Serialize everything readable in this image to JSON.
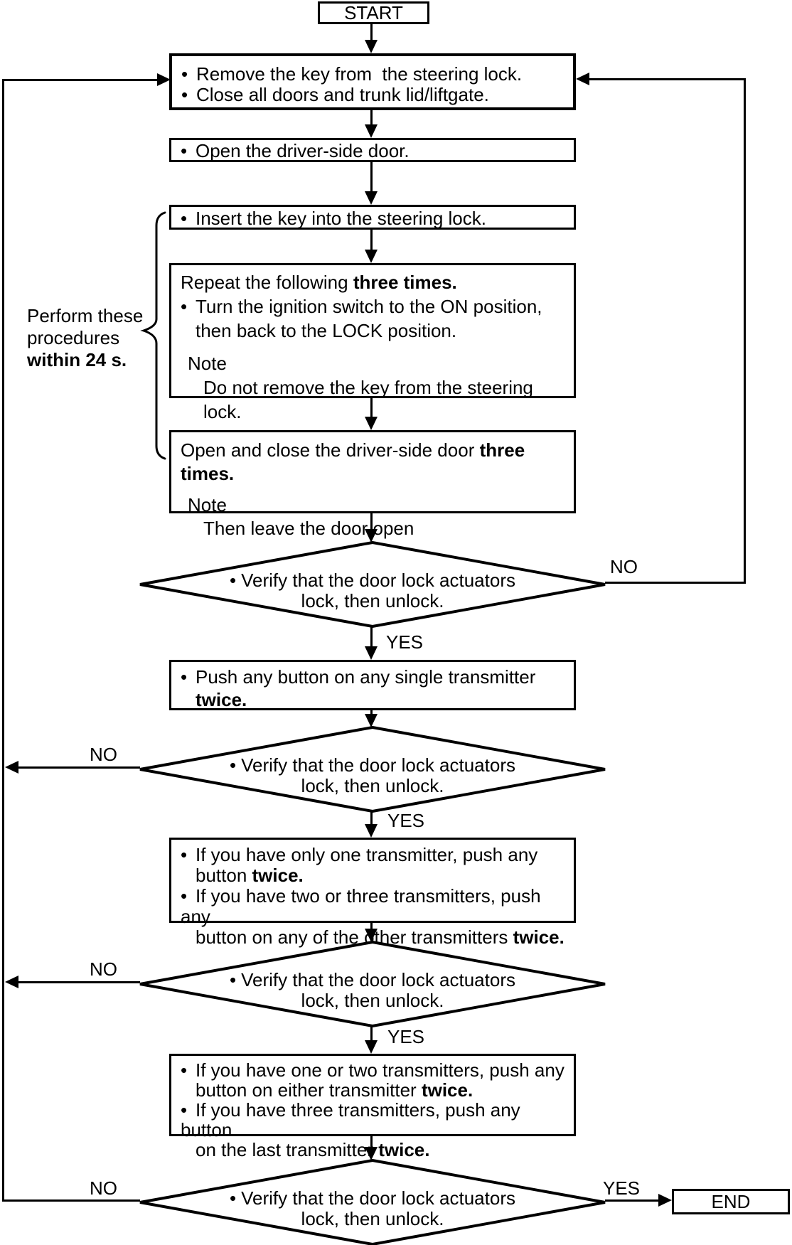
{
  "glyphs": {
    "bullet": "•"
  },
  "labels": {
    "start": "START",
    "end": "END",
    "yes": "YES",
    "no": "NO"
  },
  "side_note": {
    "l1": "Perform these",
    "l2": "procedures",
    "l3_bold": "within 24 s."
  },
  "boxes": {
    "remove_key": {
      "l1": "Remove the key from  the steering lock.",
      "l2": "Close all doors and trunk lid/liftgate."
    },
    "open_door": {
      "l1": "Open the driver-side door."
    },
    "insert_key": {
      "l1": "Insert the key into the steering lock."
    },
    "repeat_ignition": {
      "l1_pre": "Repeat the following ",
      "l1_bold": "three times.",
      "l2": "Turn the ignition switch to the ON position,",
      "l3": "then back to the LOCK position.",
      "note": "Note",
      "note_body": "Do not remove the key from the steering lock."
    },
    "open_close_door": {
      "l1_pre": "Open and close the driver-side door ",
      "l1_bold": "three times.",
      "note": "Note",
      "note_body": "Then leave the door open"
    },
    "push_single": {
      "l1": "Push any button on any single transmitter",
      "l2_bold": "twice."
    },
    "push_other": {
      "l1": "If you have only one transmitter, push any",
      "l2_pre": "button ",
      "l2_bold": "twice.",
      "l3": "If you have two or three transmitters, push any",
      "l4_pre": "button on any of the other transmitters ",
      "l4_bold": "twice."
    },
    "push_last": {
      "l1": "If you have one or two transmitters, push any",
      "l2_pre": "button on either transmitter ",
      "l2_bold": "twice.",
      "l3": "If you have three transmitters, push any button",
      "l4_pre": "on the last transmitter ",
      "l4_bold": "twice."
    }
  },
  "decisions": {
    "verify": {
      "l1": "Verify that the door lock actuators",
      "l2": "lock, then unlock."
    }
  }
}
